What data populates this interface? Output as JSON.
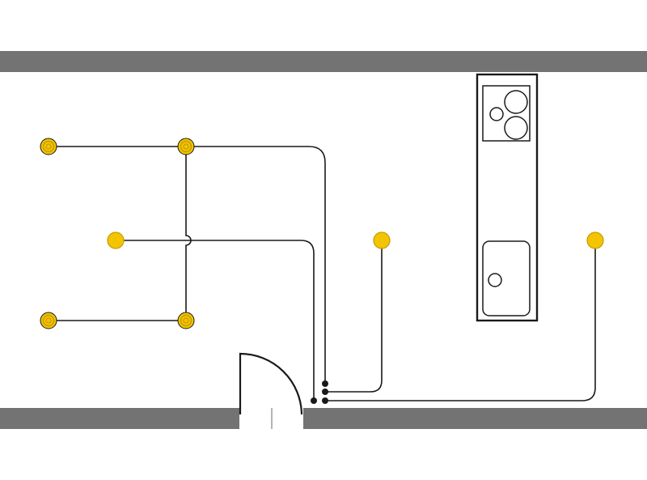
{
  "colors": {
    "wall": "#737373",
    "wire": "#1a1a1a",
    "fixture_fill": "#f2c500",
    "fixture_ring": "#c99a00",
    "background": "#ffffff"
  },
  "fixtures": [
    {
      "id": "ceiling-light-1",
      "style": "recessed"
    },
    {
      "id": "ceiling-light-2",
      "style": "recessed"
    },
    {
      "id": "pendant-light-1",
      "style": "pendant"
    },
    {
      "id": "ceiling-light-3",
      "style": "recessed"
    },
    {
      "id": "ceiling-light-4",
      "style": "recessed"
    },
    {
      "id": "pendant-light-2",
      "style": "pendant"
    },
    {
      "id": "pendant-light-3",
      "style": "pendant"
    }
  ],
  "icons": {
    "cooktop": "cooktop-icon",
    "sink": "sink-icon",
    "door": "door-swing-icon",
    "switch": "switch-dot-icon"
  }
}
